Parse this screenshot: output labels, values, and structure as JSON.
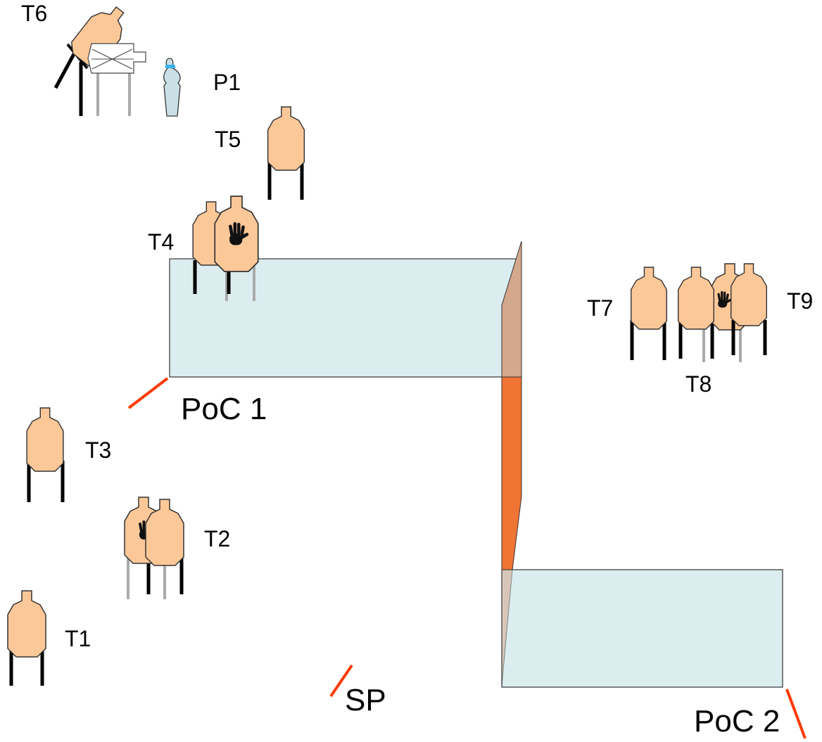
{
  "labels": {
    "t1": "T1",
    "t2": "T2",
    "t3": "T3",
    "t4": "T4",
    "t5": "T5",
    "t6": "T6",
    "t7": "T7",
    "t8": "T8",
    "t9": "T9",
    "p1": "P1",
    "poc1": "PoC 1",
    "poc2": "PoC 2",
    "sp": "SP"
  },
  "colors": {
    "target_fill": "#fdc898",
    "target_stroke": "#333333",
    "wall_fill": "#dcedf0",
    "fault_line": "#ff3a00",
    "ramp": "#f07434",
    "ramp_translucent": "#d4a88c"
  },
  "icons": {
    "no_shoot": "hand-icon",
    "popper": "popper-icon",
    "activator": "swinger-activator-icon"
  }
}
